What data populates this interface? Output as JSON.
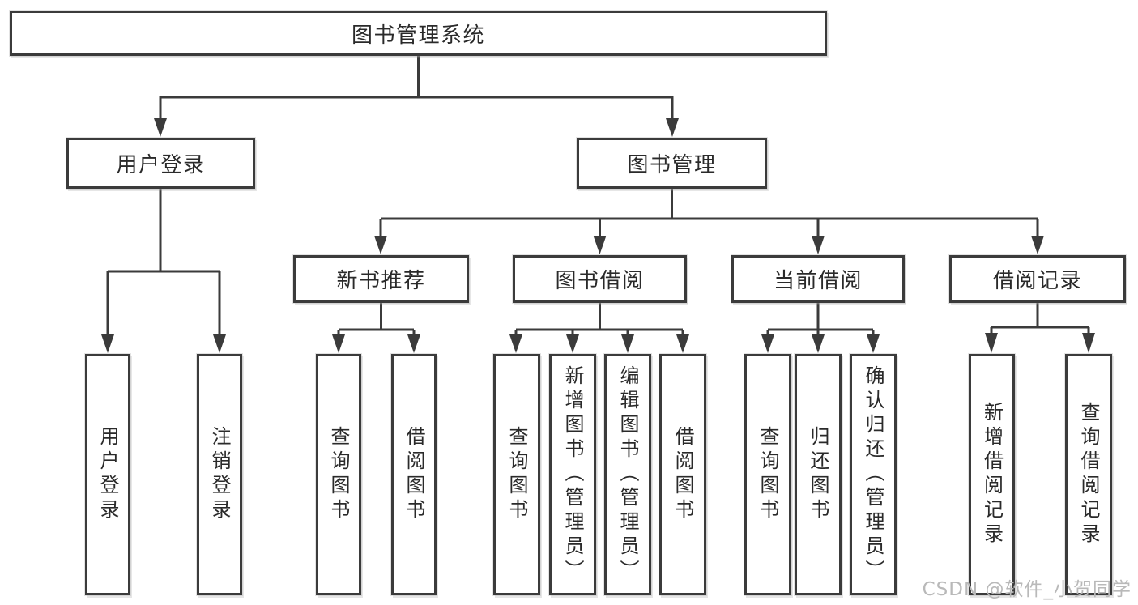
{
  "tree": {
    "label": "图书管理系统",
    "children": [
      {
        "label": "用户登录",
        "children": [
          {
            "label": "用户登录"
          },
          {
            "label": "注销登录"
          }
        ]
      },
      {
        "label": "图书管理",
        "children": [
          {
            "label": "新书推荐",
            "children": [
              {
                "label": "查询图书"
              },
              {
                "label": "借阅图书"
              }
            ]
          },
          {
            "label": "图书借阅",
            "children": [
              {
                "label": "查询图书"
              },
              {
                "label": "新增图书（管理员）"
              },
              {
                "label": "编辑图书（管理员）"
              },
              {
                "label": "借阅图书"
              }
            ]
          },
          {
            "label": "当前借阅",
            "children": [
              {
                "label": "查询图书"
              },
              {
                "label": "归还图书"
              },
              {
                "label": "确认归还（管理员）"
              }
            ]
          },
          {
            "label": "借阅记录",
            "children": [
              {
                "label": "新增借阅记录"
              },
              {
                "label": "查询借阅记录"
              }
            ]
          }
        ]
      }
    ]
  },
  "watermark": {
    "text": "CSDN @软件_小贺同学"
  },
  "colors": {
    "line": "#3b3b3b",
    "box_border": "#3b3b3b",
    "box_fill": "#ffffff",
    "text": "#2a2a2a",
    "watermark": "#b9b9b9",
    "background": "#ffffff"
  }
}
